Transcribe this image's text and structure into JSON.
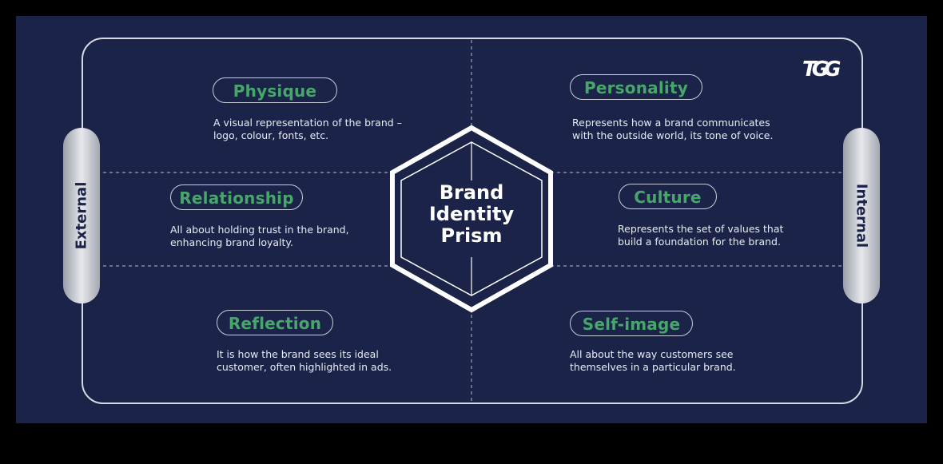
{
  "center": {
    "line1": "Brand",
    "line2": "Identity",
    "line3": "Prism"
  },
  "logo": "TGG",
  "sides": {
    "left": "External",
    "right": "Internal"
  },
  "facets": {
    "physique": {
      "title": "Physique",
      "line1": "A visual representation of the brand –",
      "line2": "logo, colour, fonts, etc."
    },
    "personality": {
      "title": "Personality",
      "line1": "Represents how a brand communicates",
      "line2": "with the outside world, its tone of voice."
    },
    "relationship": {
      "title": "Relationship",
      "line1": "All about holding trust in the brand,",
      "line2": "enhancing brand loyalty."
    },
    "culture": {
      "title": "Culture",
      "line1": "Represents the set of values that",
      "line2": "build a foundation for the brand."
    },
    "reflection": {
      "title": "Reflection",
      "line1": "It is how the brand sees its ideal",
      "line2": "customer, often highlighted in ads."
    },
    "self_image": {
      "title": "Self-image",
      "line1": "All about the way customers see",
      "line2": "themselves in a particular brand."
    }
  },
  "colors": {
    "background": "#1b2448",
    "accent_green": "#47a66a",
    "line": "#c9ced9",
    "page": "#000000"
  }
}
